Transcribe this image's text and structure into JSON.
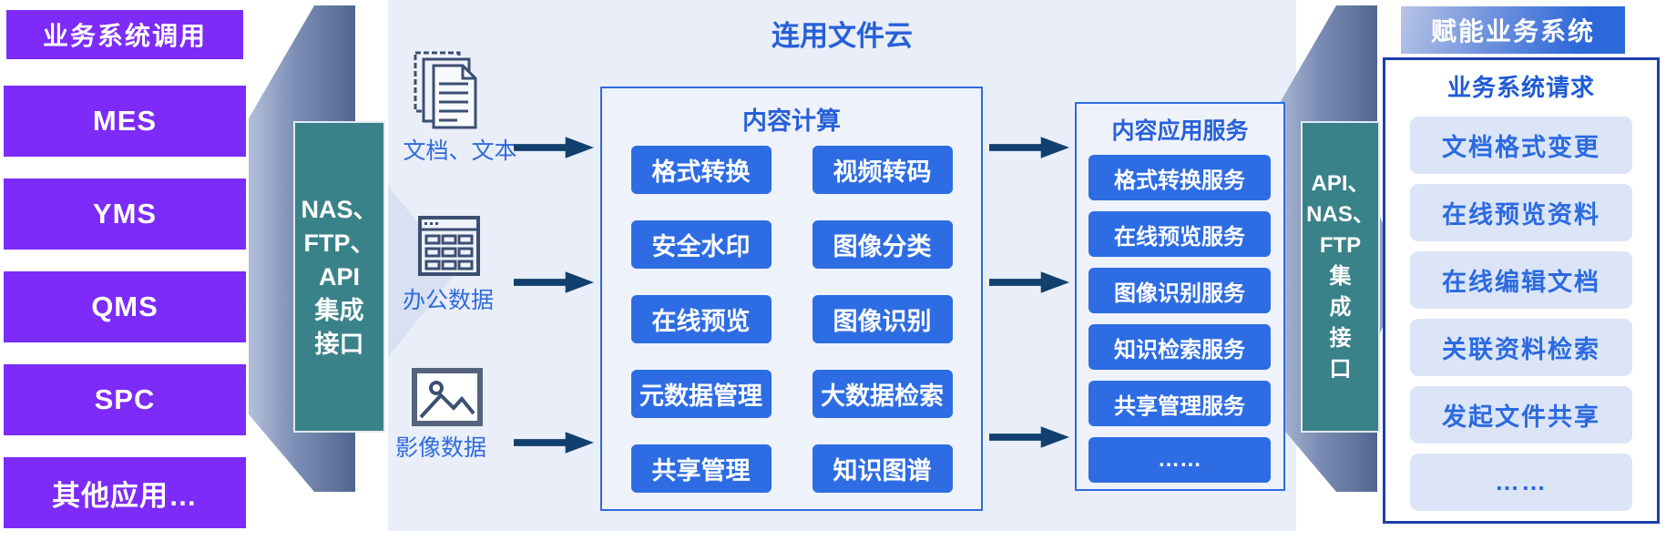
{
  "colors": {
    "purple": "#7c2bf8",
    "teal": "#3a8289",
    "button_blue": "#2d6ce3",
    "title_blue": "#2760d8",
    "arrow_navy": "#11406e",
    "panel_bg": "#e9eef8",
    "right_item_bg": "#dce5f7",
    "right_border": "#1c3fa8"
  },
  "left_panel": {
    "title": "业务系统调用",
    "systems": [
      "MES",
      "YMS",
      "QMS",
      "SPC",
      "其他应用…"
    ]
  },
  "left_gateway": {
    "label": "NAS、\nFTP、\nAPI\n集成\n接口"
  },
  "cloud": {
    "title": "连用文件云",
    "sources": [
      {
        "label": "文档、文本",
        "icon": "documents-icon"
      },
      {
        "label": "办公数据",
        "icon": "spreadsheet-icon"
      },
      {
        "label": "影像数据",
        "icon": "picture-icon"
      }
    ],
    "compute": {
      "title": "内容计算",
      "items": [
        "格式转换",
        "视频转码",
        "安全水印",
        "图像分类",
        "在线预览",
        "图像识别",
        "元数据管理",
        "大数据检索",
        "共享管理",
        "知识图谱"
      ]
    },
    "services": {
      "title": "内容应用服务",
      "items": [
        "格式转换服务",
        "在线预览服务",
        "图像识别服务",
        "知识检索服务",
        "共享管理服务",
        "……"
      ]
    }
  },
  "right_gateway": {
    "label": "API、\nNAS、\nFTP\n集\n成\n接\n口"
  },
  "right_panel": {
    "title": "赋能业务系统",
    "subtitle": "业务系统请求",
    "items": [
      "文档格式变更",
      "在线预览资料",
      "在线编辑文档",
      "关联资料检索",
      "发起文件共享",
      "……"
    ]
  }
}
